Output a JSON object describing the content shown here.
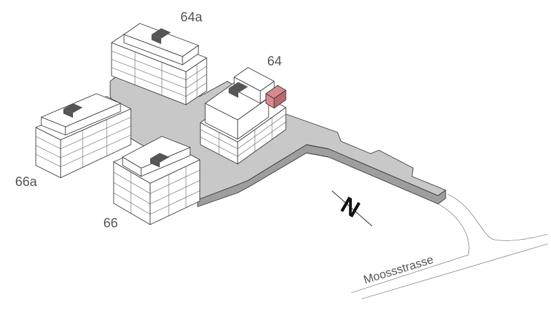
{
  "labels": {
    "building_64a": "64a",
    "building_64": "64",
    "building_66a": "66a",
    "building_66": "66",
    "street": "Moossstrasse",
    "north": "N"
  },
  "colors": {
    "plaza_top": "#c8c8c8",
    "plaza_side": "#9e9e9e",
    "wall": "#ffffff",
    "roof_box": "#555555",
    "highlight": "#d98a8f",
    "highlight_side": "#b86a70"
  }
}
